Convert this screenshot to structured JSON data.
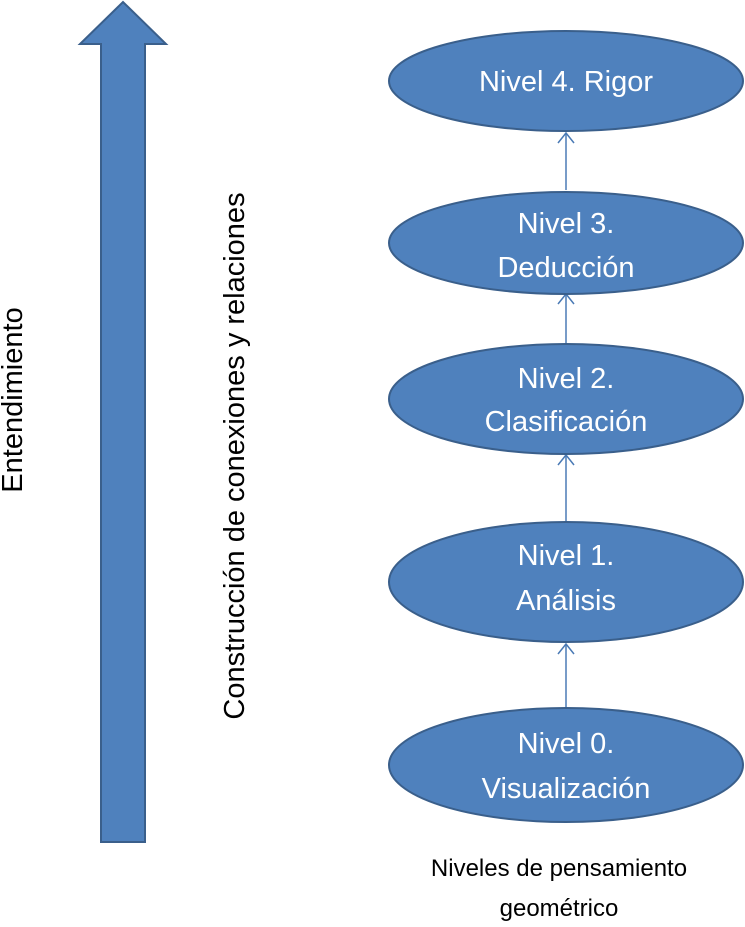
{
  "diagram": {
    "understanding_label": "Entendimiento",
    "construction_label": "Construcción de conexiones y relaciones",
    "caption": {
      "line1": "Niveles de pensamiento",
      "line2": "geométrico"
    },
    "levels": [
      {
        "line1": "Nivel 4. Rigor",
        "line2": ""
      },
      {
        "line1": "Nivel 3.",
        "line2": "Deducción"
      },
      {
        "line1": "Nivel 2.",
        "line2": "Clasificación"
      },
      {
        "line1": "Nivel 1.",
        "line2": "Análisis"
      },
      {
        "line1": "Nivel 0.",
        "line2": "Visualización"
      }
    ],
    "colors": {
      "shape_fill": "#4f81bd",
      "shape_stroke": "#3a5f8b",
      "shape_text": "#ffffff",
      "connector": "#4a7ab5",
      "text": "#000000",
      "background": "#ffffff"
    }
  }
}
